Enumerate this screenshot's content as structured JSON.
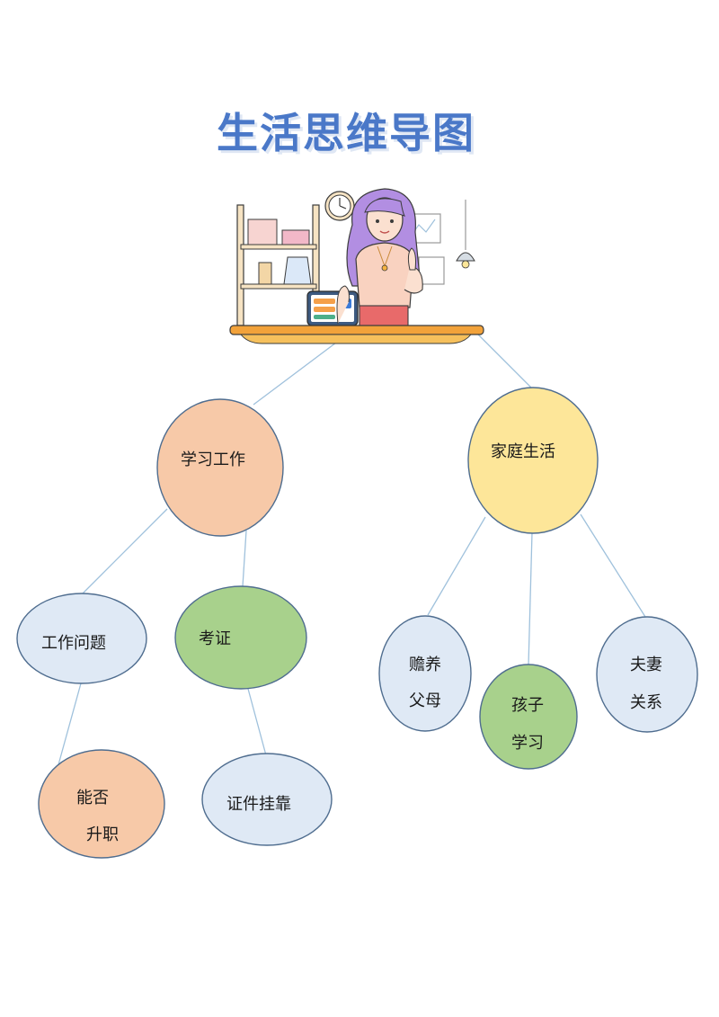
{
  "title": "生活思维导图",
  "colors": {
    "title": "#4a78c8",
    "connector": "#9fc1dc",
    "node_border": "#4f6d8f",
    "peach": "#f7c9a8",
    "yellow": "#fde699",
    "green": "#a8d18c",
    "light_blue": "#dfe9f5"
  },
  "illustration": {
    "description_icon": "woman-at-desk-with-tablet"
  },
  "mind_map": {
    "study_work": {
      "label": "学习工作",
      "children": {
        "work_issues": {
          "label": "工作问题",
          "children": {
            "promotion": {
              "line1": "能否",
              "line2": "升职"
            }
          }
        },
        "certificate": {
          "label": "考证",
          "children": {
            "cert_affiliation": {
              "label": "证件挂靠"
            }
          }
        }
      }
    },
    "family_life": {
      "label": "家庭生活",
      "children": {
        "support_parents": {
          "line1": "赡养",
          "line2": "父母"
        },
        "children_study": {
          "line1": "孩子",
          "line2": "学习"
        },
        "marriage": {
          "line1": "夫妻",
          "line2": "关系"
        }
      }
    }
  }
}
